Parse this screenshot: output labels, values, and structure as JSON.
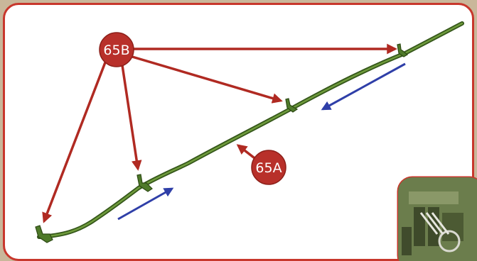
{
  "callouts": {
    "part_a": "65A",
    "part_b": "65B"
  },
  "colors": {
    "frame_red": "#c8372c",
    "callout_fill": "#b8302a",
    "pointer_arrow": "#b02a22",
    "tube_green": "#4f7a2a",
    "tube_dark": "#34561a",
    "flow_arrow": "#2f3fa8"
  },
  "icons": {
    "pointer": "arrow-icon",
    "flow": "direction-arrow-icon",
    "clip": "mounting-clip-icon",
    "inset": "engine-inset-photo"
  }
}
